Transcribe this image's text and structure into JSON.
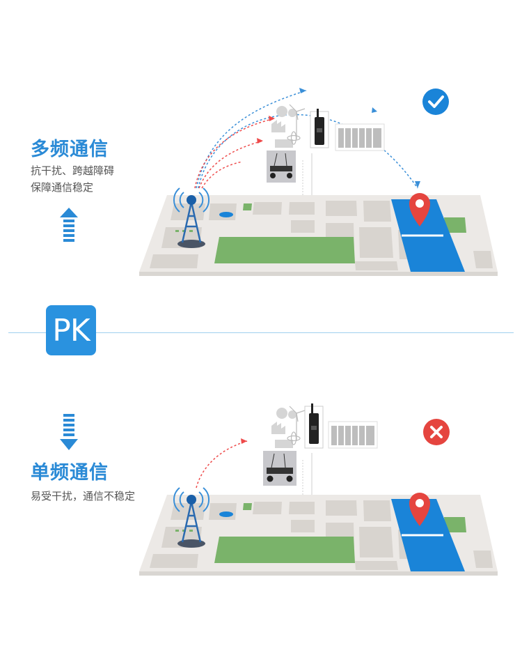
{
  "top": {
    "title": "多频通信",
    "line1": "抗干扰、跨越障碍",
    "line2": "保障通信稳定",
    "status_icon": "check-circle-icon"
  },
  "pk": {
    "label": "PK"
  },
  "bottom": {
    "title": "单频通信",
    "line1": "易受干扰，通信不稳定",
    "status_icon": "cross-circle-icon"
  },
  "colors": {
    "accent": "#2a8ad6",
    "map_green": "#7ab36a",
    "map_blue": "#1a84d8",
    "pin_red": "#e5453f",
    "signal_blue": "#3a8fd8",
    "signal_red": "#ee4a4a"
  }
}
